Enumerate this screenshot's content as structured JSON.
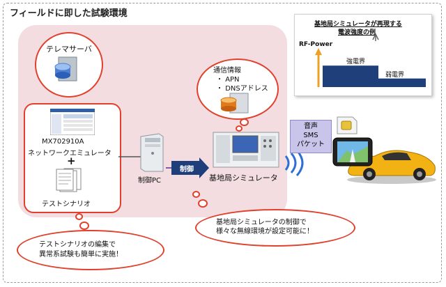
{
  "title": "フィールドに即した試験環境",
  "tele_server": "テレマサーバ",
  "emulator_model": "MX702910A",
  "emulator_name": "ネットワークエミュレータ",
  "plus": "+",
  "scenario": "テストシナリオ",
  "control_pc": "制御PC",
  "control_label": "制御",
  "base_station": "基地局シミュレータ",
  "comm_info": {
    "title": "通信情報",
    "items": [
      "APN",
      "DNSアドレス"
    ]
  },
  "chart": {
    "title_line1": "基地局シミュレータが再現する",
    "title_line2": "電波強度の例",
    "y_label": "RF-Power",
    "strong_label": "強電界",
    "weak_label": "弱電界",
    "strong_level": 0.55,
    "weak_level": 0.22,
    "bar_color": "#1e3f7a"
  },
  "services": [
    "音声",
    "SMS",
    "パケット"
  ],
  "callout_right": [
    "基地局シミュレータの制御で",
    "様々な無線環境が設定可能に！"
  ],
  "callout_left": [
    "テストシナリオの編集で",
    "異常系試験も簡単に実施！"
  ],
  "colors": {
    "area": "#f3dde1",
    "bubble_border": "#e0402c",
    "arrow": "#1e3f7a",
    "rf_arrow": "#f0a020"
  }
}
